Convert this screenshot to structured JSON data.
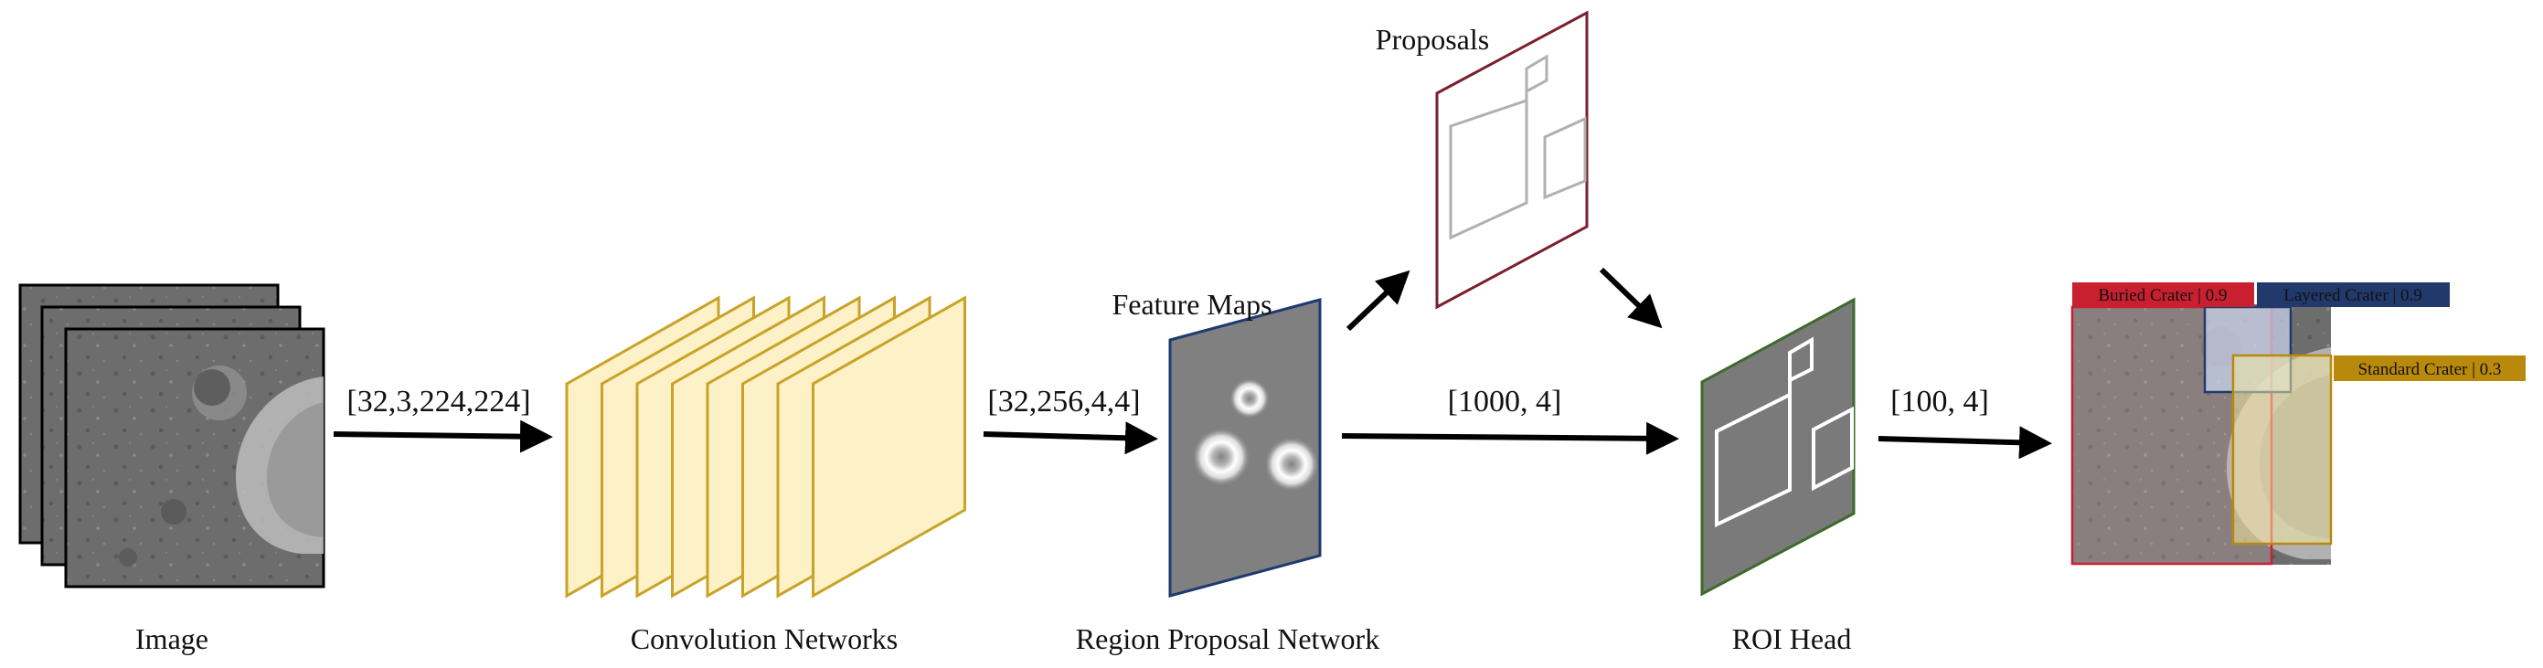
{
  "captions": {
    "image": "Image",
    "conv": "Convolution Networks",
    "rpn": "Region Proposal Network",
    "roi": "ROI Head",
    "feature_maps": "Feature Maps",
    "proposals": "Proposals"
  },
  "tensors": {
    "input": "[32,3,224,224]",
    "features": "[32,256,4,4]",
    "proposals": "[1000, 4]",
    "detections": "[100, 4]"
  },
  "detections": [
    {
      "label": "Buried Crater | 0.9",
      "color": "#c8202f"
    },
    {
      "label": "Layered Crater | 0.9",
      "color": "#213a6b"
    },
    {
      "label": "Standard Crater | 0.3",
      "color": "#b8890a"
    }
  ],
  "colors": {
    "conv_fill": "#fdf1c8",
    "conv_stroke": "#c9a227",
    "feature_map_fill": "#808080",
    "feature_map_stroke": "#1f3a70",
    "proposals_stroke": "#7a1f2e",
    "roi_fill": "#7a7a7a",
    "roi_stroke": "#3d6b2a",
    "proposal_box": "#b0b0b0"
  }
}
